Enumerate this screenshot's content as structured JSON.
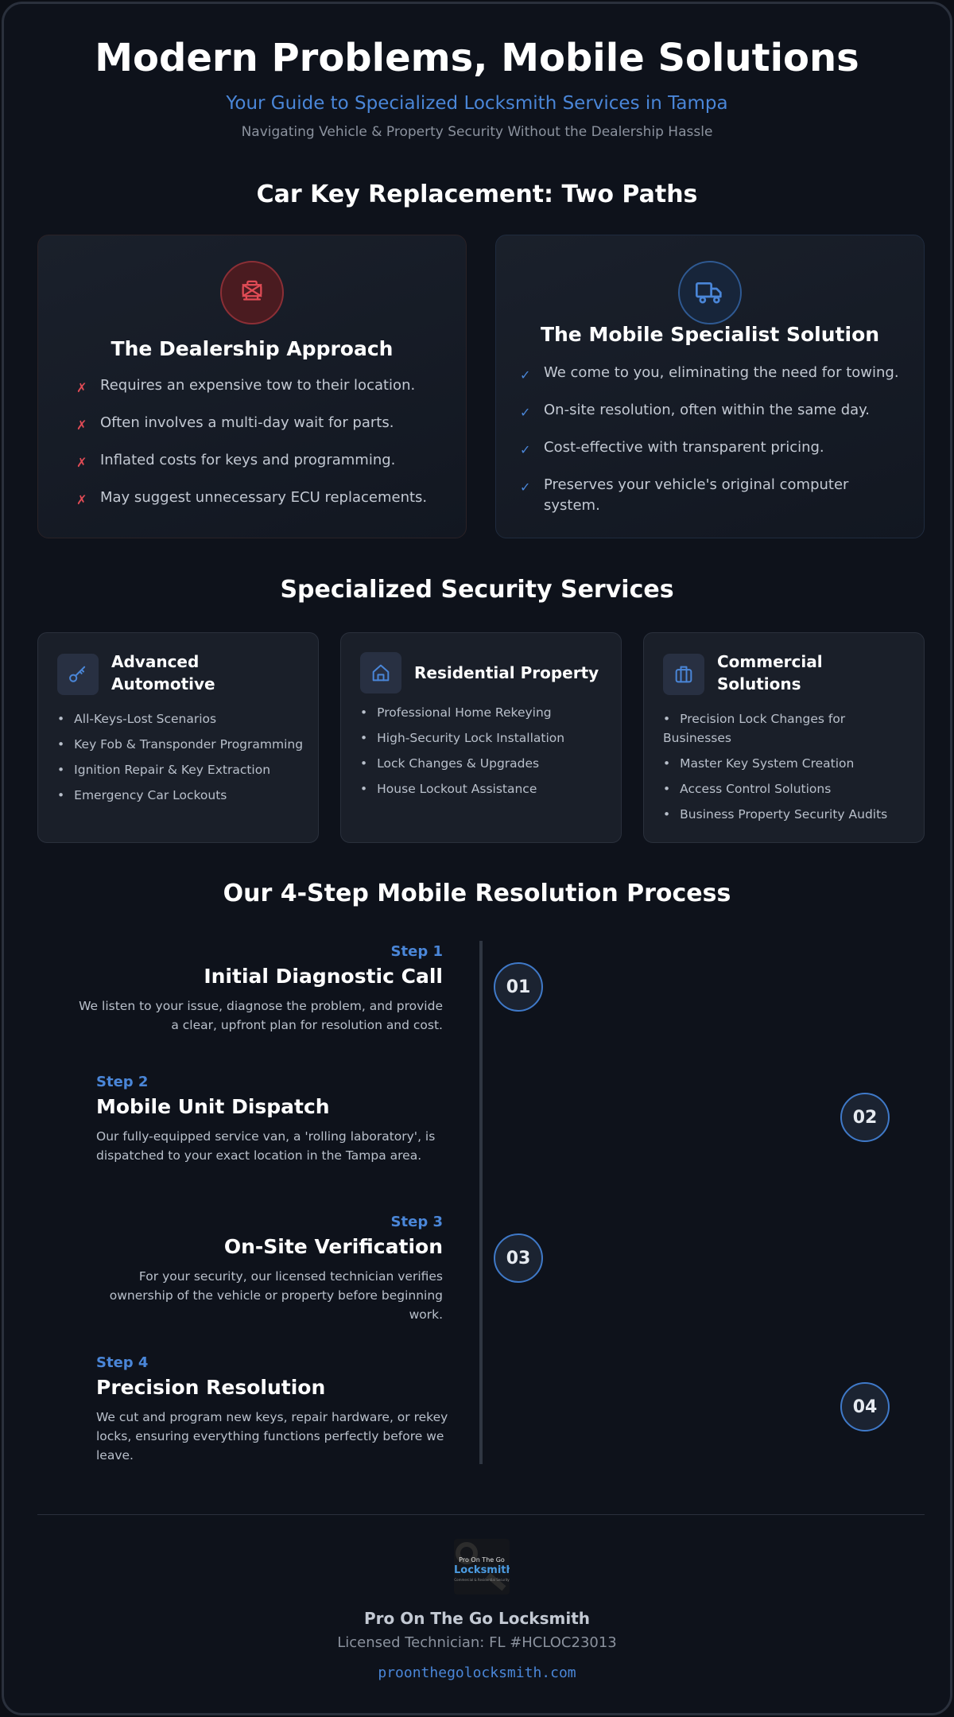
{
  "header": {
    "title": "Modern Problems, Mobile Solutions",
    "subtitle": "Your Guide to Specialized Locksmith Services in Tampa",
    "tagline": "Navigating Vehicle & Property Security Without the Dealership Hassle"
  },
  "comparison": {
    "section_title": "Car Key Replacement: Two Paths",
    "dealership": {
      "icon": "dealership-icon",
      "title": "The Dealership Approach",
      "mark": "✗",
      "items": [
        "Requires an expensive tow to their location.",
        "Often involves a multi-day wait for parts.",
        "Inflated costs for keys and programming.",
        "May suggest unnecessary ECU replacements."
      ]
    },
    "mobile": {
      "icon": "truck-icon",
      "title": "The Mobile Specialist Solution",
      "mark": "✓",
      "items": [
        "We come to you, eliminating the need for towing.",
        "On-site resolution, often within the same day.",
        "Cost-effective with transparent pricing.",
        "Preserves your vehicle's original computer system."
      ]
    }
  },
  "services": {
    "section_title": "Specialized Security Services",
    "cards": [
      {
        "icon": "key-icon",
        "title": "Advanced Automotive",
        "items": [
          "All-Keys-Lost Scenarios",
          "Key Fob & Transponder Programming",
          "Ignition Repair & Key Extraction",
          "Emergency Car Lockouts"
        ]
      },
      {
        "icon": "home-icon",
        "title": "Residential Property",
        "items": [
          "Professional Home Rekeying",
          "High-Security Lock Installation",
          "Lock Changes & Upgrades",
          "House Lockout Assistance"
        ]
      },
      {
        "icon": "briefcase-icon",
        "title": "Commercial Solutions",
        "items": [
          "Precision Lock Changes for Businesses",
          "Master Key System Creation",
          "Access Control Solutions",
          "Business Property Security Audits"
        ]
      }
    ]
  },
  "process": {
    "section_title": "Our 4-Step Mobile Resolution Process",
    "steps": [
      {
        "label": "Step 1",
        "number": "01",
        "title": "Initial Diagnostic Call",
        "desc": "We listen to your issue, diagnose the problem, and provide a clear, upfront plan for resolution and cost."
      },
      {
        "label": "Step 2",
        "number": "02",
        "title": "Mobile Unit Dispatch",
        "desc": "Our fully-equipped service van, a 'rolling laboratory', is dispatched to your exact location in the Tampa area."
      },
      {
        "label": "Step 3",
        "number": "03",
        "title": "On-Site Verification",
        "desc": "For your security, our licensed technician verifies ownership of the vehicle or property before beginning work."
      },
      {
        "label": "Step 4",
        "number": "04",
        "title": "Precision Resolution",
        "desc": "We cut and program new keys, repair hardware, or rekey locks, ensuring everything functions perfectly before we leave."
      }
    ]
  },
  "footer": {
    "logo": {
      "top": "Pro On The Go",
      "main": "Locksmith",
      "sub": "Commercial & Residential Security"
    },
    "company": "Pro On The Go Locksmith",
    "license": "Licensed Technician: FL #HCLOC23013",
    "website": "proonthegolocksmith.com"
  },
  "colors": {
    "background": "#0e121b",
    "accent": "#4a86d8",
    "negative": "#e04b55",
    "card": "#1a1f29"
  }
}
